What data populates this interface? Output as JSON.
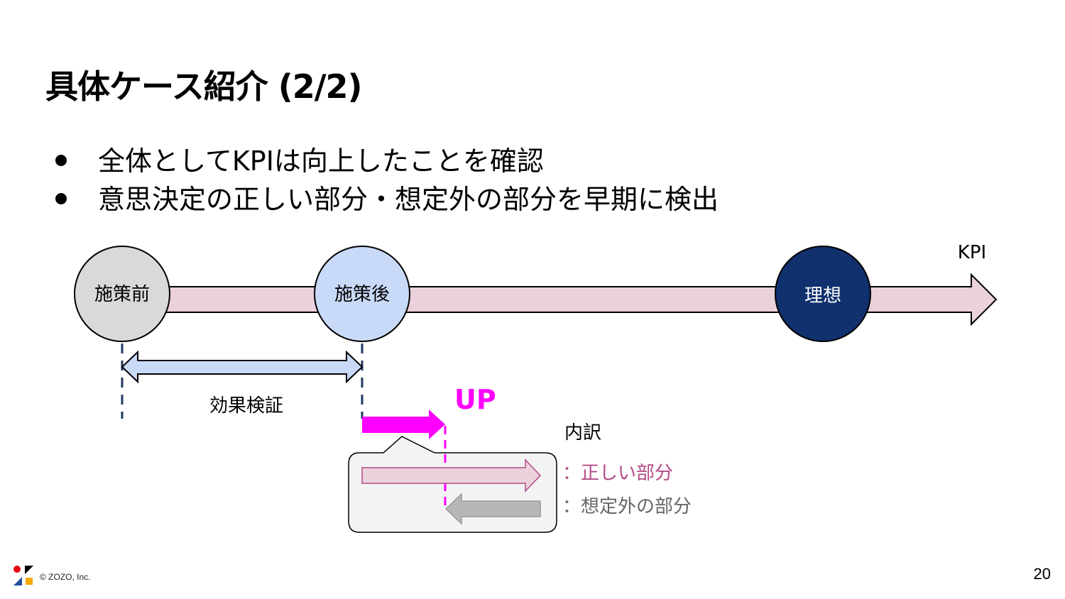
{
  "slide": {
    "title": "具体ケース紹介 (2/2)",
    "bullets": [
      "全体としてKPIは向上したことを確認",
      "意思決定の正しい部分・想定外の部分を早期に検出"
    ],
    "page_number": "20",
    "copyright": "© ZOZO, Inc."
  },
  "diagram": {
    "axis_label": "KPI",
    "nodes": {
      "before": "施策前",
      "after": "施策後",
      "ideal": "理想"
    },
    "span_label": "効果検証",
    "up_label": "UP",
    "breakdown": {
      "title": "内訳",
      "correct": "：正しい部分",
      "unexpected": "：想定外の部分"
    },
    "colors": {
      "track": "#ead1dc",
      "before": "#d9d9d9",
      "after": "#c9daf8",
      "ideal": "#10306e",
      "span_arrow": "#c9daf8",
      "up": "#ff00ff",
      "correct": "#b34a86",
      "unexpected": "#666666",
      "callout_bg": "#f3f3f3",
      "dash": "#1f3864"
    }
  }
}
